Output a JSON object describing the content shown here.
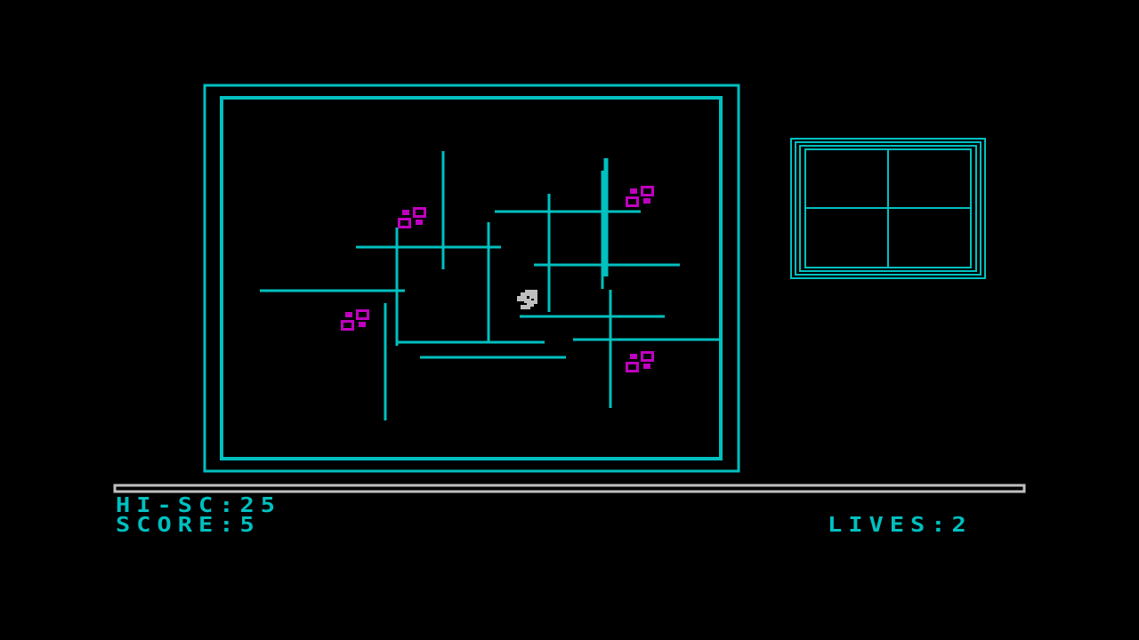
{
  "hud": {
    "hi_score_label": "HI-SC:",
    "hi_score": "25",
    "score_label": "SCORE:",
    "score": "5",
    "lives_label": "LIVES:",
    "lives": "2"
  },
  "colors": {
    "wall": "#00C0C0",
    "enemy": "#C000C0",
    "player": "#C0C0C0",
    "divider": "#C0C0C0",
    "background": "#000000"
  }
}
